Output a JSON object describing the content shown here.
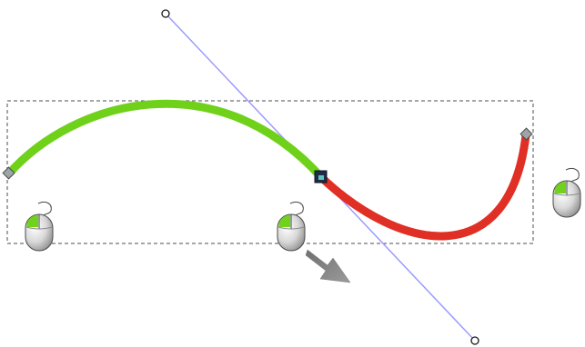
{
  "editor": {
    "colors": {
      "background": "#ffffff",
      "selection_border": "#4d4d4d",
      "path_first_segment": "#6fd11a",
      "path_second_segment": "#e02f24",
      "handle_line": "#9d9bff",
      "handle_knob_fill": "#ffffff",
      "handle_knob_stroke": "#1a1a1a",
      "end_node_fill": "#9ea5a8",
      "selected_node_fill": "#1f2b4a",
      "drag_arrow": "#8a8a8a",
      "mouse_body": "#d8d8d8",
      "mouse_button_highlight": "#70d21b"
    },
    "cursors": [
      {
        "icon": "mouse-left-click-icon",
        "state": "click"
      },
      {
        "icon": "mouse-left-drag-icon",
        "state": "drag"
      },
      {
        "icon": "mouse-left-click-icon",
        "state": "click"
      }
    ],
    "drag_direction": "down-right"
  }
}
